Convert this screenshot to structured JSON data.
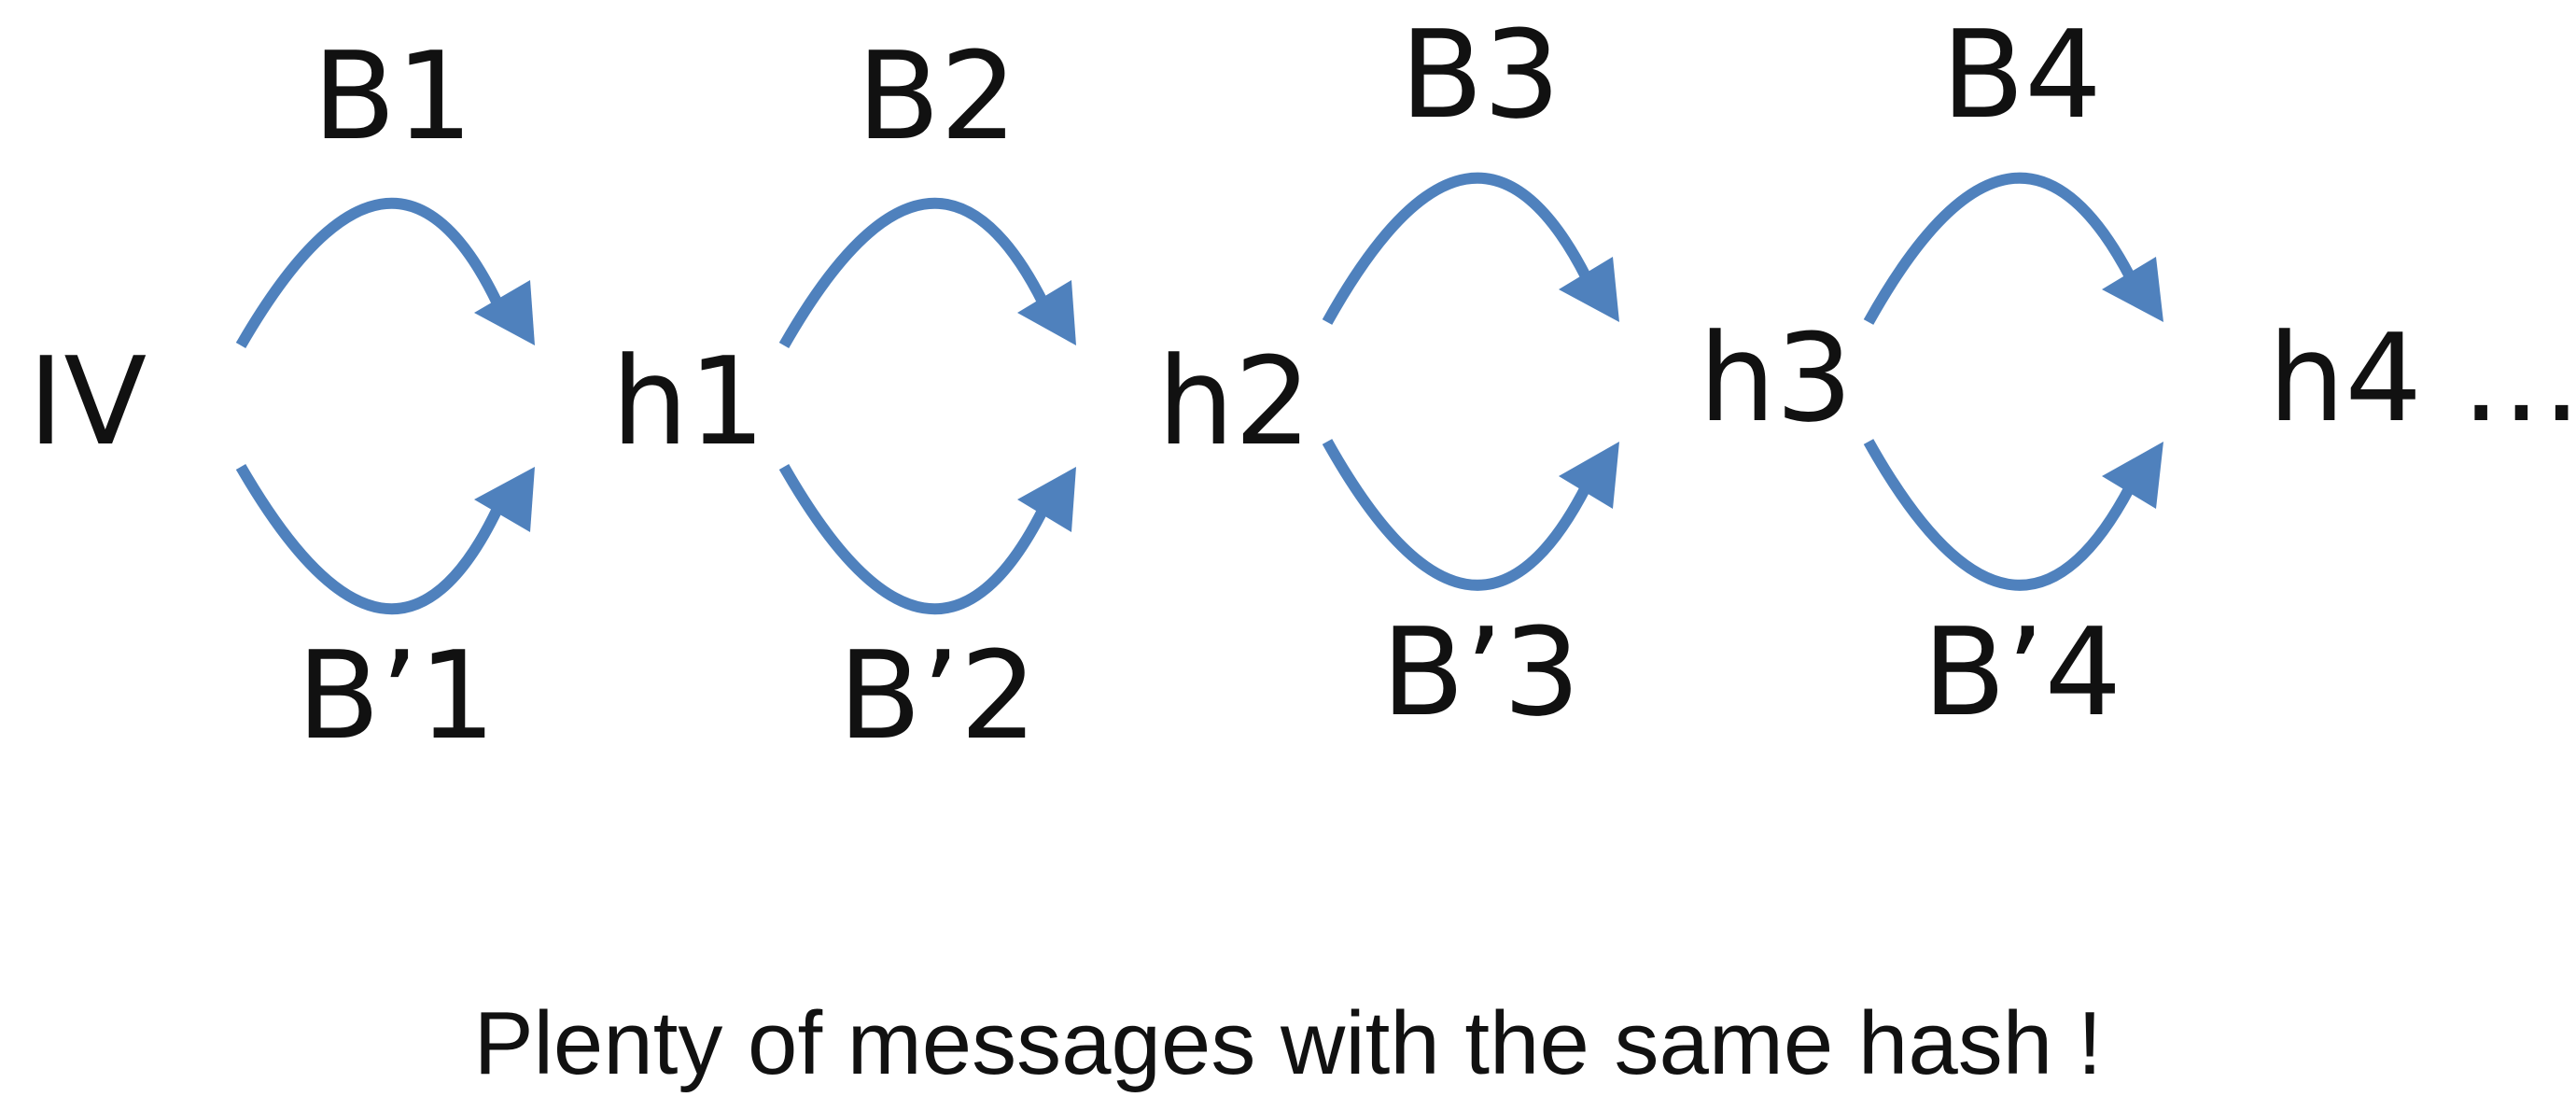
{
  "diagram": {
    "nodes": [
      "IV",
      "h1",
      "h2",
      "h3",
      "h4 …"
    ],
    "upper_blocks": [
      "B1",
      "B2",
      "B3",
      "B4"
    ],
    "lower_blocks": [
      "B’1",
      "B’2",
      "B’3",
      "B’4"
    ],
    "caption": "Plenty of messages with the same hash !",
    "arrow_color": "#4f81bd",
    "text_color": "#111111"
  }
}
